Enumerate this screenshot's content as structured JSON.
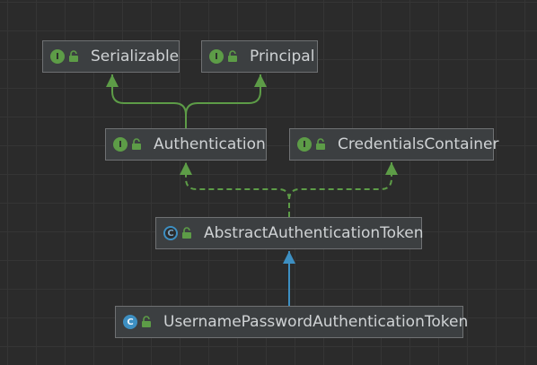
{
  "colors": {
    "background": "#2b2b2b",
    "node_fill": "#3c3f41",
    "node_border": "#6f7173",
    "text": "#cfd2d4",
    "implements_edge": "#5d9c47",
    "extends_edge": "#3d8fc2"
  },
  "nodes": {
    "serializable": {
      "label": "Serializable",
      "kind": "interface",
      "kind_letter": "I",
      "icon": "interface-icon"
    },
    "principal": {
      "label": "Principal",
      "kind": "interface",
      "kind_letter": "I",
      "icon": "interface-icon"
    },
    "authentication": {
      "label": "Authentication",
      "kind": "interface",
      "kind_letter": "I",
      "icon": "interface-icon"
    },
    "credentials_container": {
      "label": "CredentialsContainer",
      "kind": "interface",
      "kind_letter": "I",
      "icon": "interface-icon"
    },
    "abstract_authentication_token": {
      "label": "AbstractAuthenticationToken",
      "kind": "abstract-class",
      "kind_letter": "C",
      "icon": "abstract-class-icon"
    },
    "username_password_authentication_token": {
      "label": "UsernamePasswordAuthenticationToken",
      "kind": "class",
      "kind_letter": "C",
      "icon": "class-icon"
    }
  },
  "edges": [
    {
      "from": "authentication",
      "to": "serializable",
      "type": "extends-interface",
      "style": "solid",
      "color": "#5d9c47"
    },
    {
      "from": "authentication",
      "to": "principal",
      "type": "extends-interface",
      "style": "solid",
      "color": "#5d9c47"
    },
    {
      "from": "abstract_authentication_token",
      "to": "authentication",
      "type": "implements",
      "style": "dashed",
      "color": "#5d9c47"
    },
    {
      "from": "abstract_authentication_token",
      "to": "credentials_container",
      "type": "implements",
      "style": "dashed",
      "color": "#5d9c47"
    },
    {
      "from": "username_password_authentication_token",
      "to": "abstract_authentication_token",
      "type": "extends",
      "style": "solid",
      "color": "#3d8fc2"
    }
  ]
}
